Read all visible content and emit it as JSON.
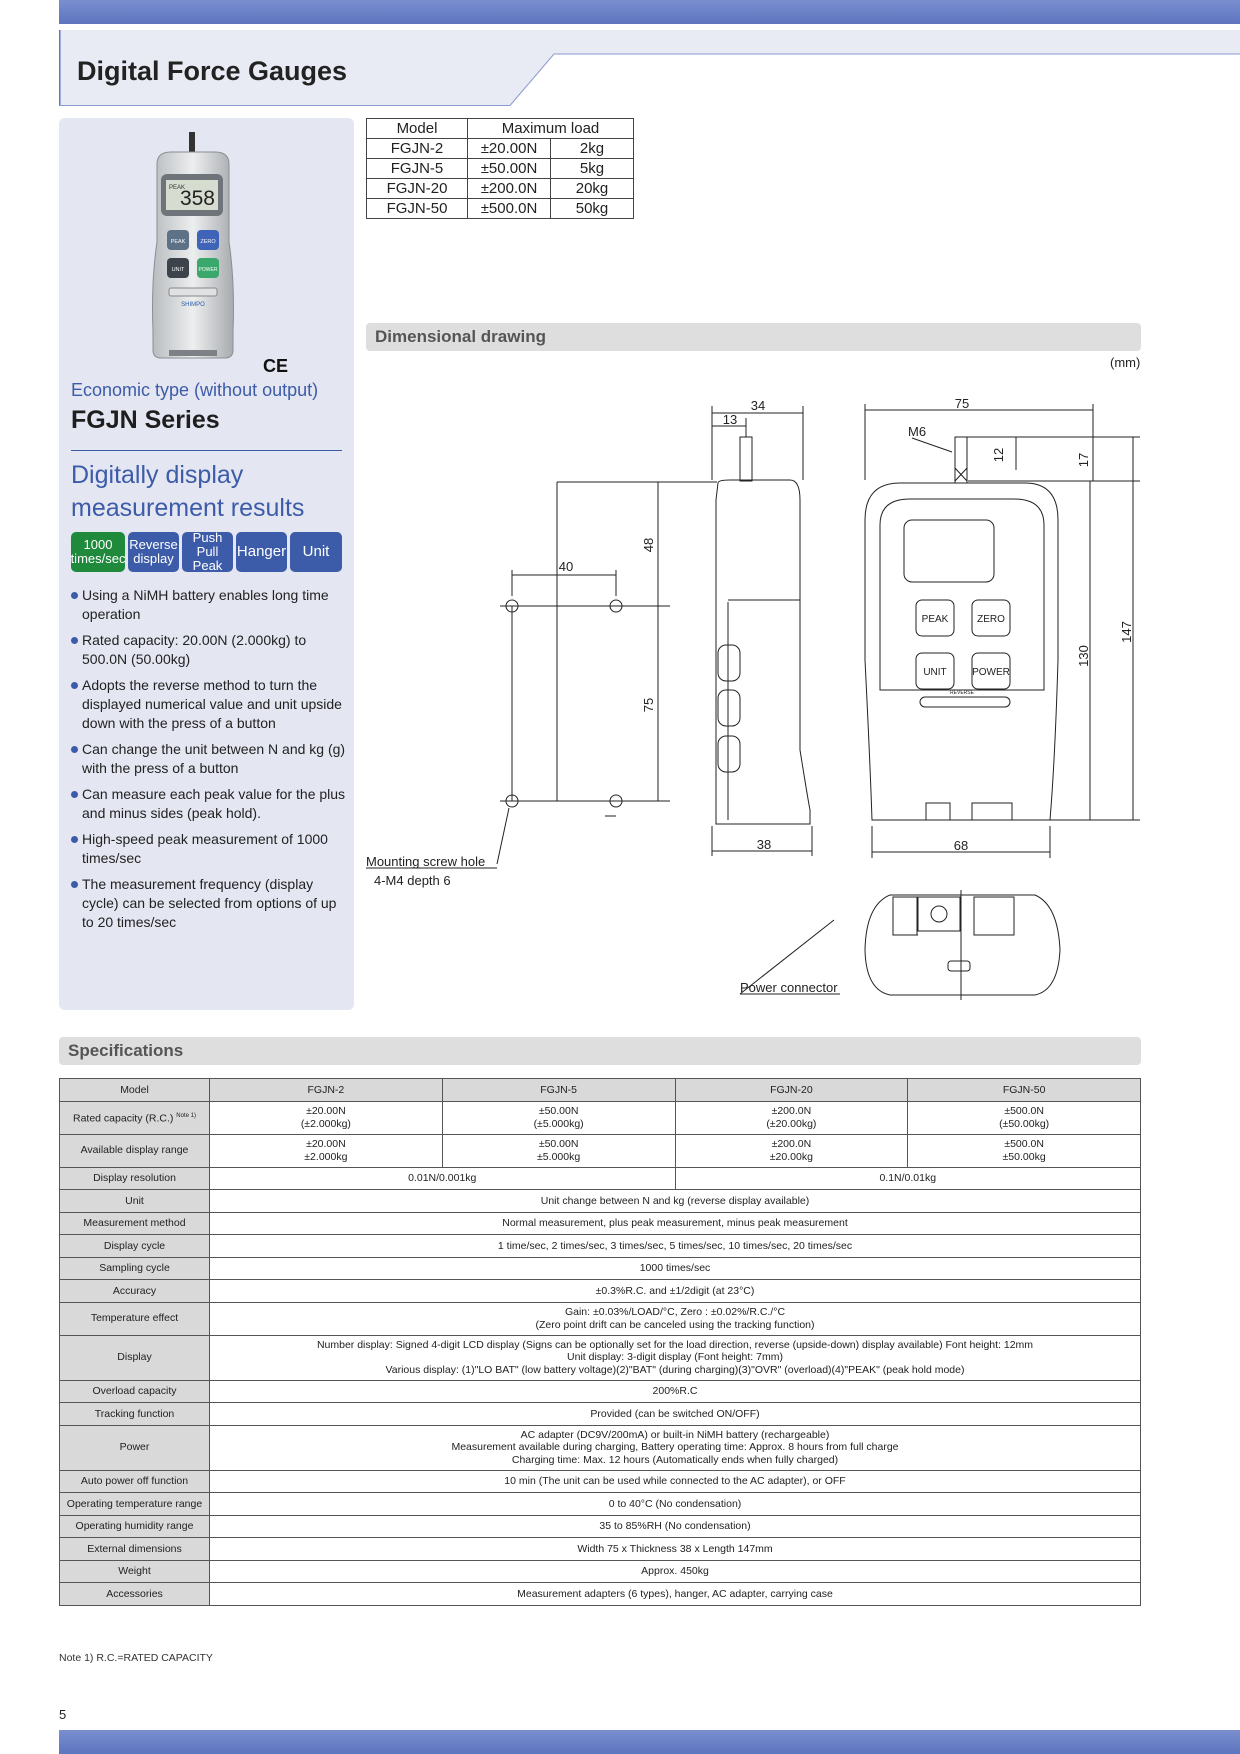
{
  "header": {
    "title": "Digital Force Gauges"
  },
  "colors": {
    "band": "#5d74bf",
    "accent_blue": "#3c5ba8",
    "badge_green": "#1f8a3c",
    "sidebar_bg": "#e4e6f2"
  },
  "sidebar": {
    "ce_mark": "CE",
    "device": {
      "display_label": "PEAK",
      "display_value": "358",
      "buttons": [
        "PEAK",
        "ZERO",
        "UNIT",
        "POWER"
      ],
      "brand": "SHIMPO"
    },
    "subtitle": "Economic type (without output)",
    "series": "FGJN Series",
    "headline": "Digitally display measurement results",
    "badges": [
      {
        "label": "1000 times/sec",
        "color": "green"
      },
      {
        "label": "Reverse display",
        "color": "blue"
      },
      {
        "label": "Push Pull Peak",
        "color": "blue"
      },
      {
        "label": "Hanger",
        "color": "blue"
      },
      {
        "label": "Unit",
        "color": "blue"
      }
    ],
    "features": [
      "Using a NiMH battery enables long time operation",
      "Rated capacity: 20.00N (2.000kg) to 500.0N (50.00kg)",
      "Adopts the reverse method to turn the displayed numerical value and unit upside down with the press of a button",
      "Can change the unit between N and kg (g) with the press of a button",
      "Can measure each peak value for the plus and minus sides (peak hold).",
      "High-speed peak measurement of 1000 times/sec",
      "The measurement frequency (display cycle) can be selected from options of up to 20 times/sec"
    ]
  },
  "model_table": {
    "headers": [
      "Model",
      "Maximum load"
    ],
    "rows": [
      [
        "FGJN-2",
        "±20.00N",
        "2kg"
      ],
      [
        "FGJN-5",
        "±50.00N",
        "5kg"
      ],
      [
        "FGJN-20",
        "±200.0N",
        "20kg"
      ],
      [
        "FGJN-50",
        "±500.0N",
        "50kg"
      ]
    ]
  },
  "drawing": {
    "title": "Dimensional drawing",
    "unit": "(mm)",
    "dimensions": {
      "mount_width": "40",
      "mount_upper": "48",
      "mount_lower": "75",
      "side_top": "34",
      "side_probe": "13",
      "side_bottom": "38",
      "front_width": "75",
      "thread": "M6",
      "probe_height": "12",
      "top_offset": "17",
      "body_height": "130",
      "total_height": "147",
      "front_bottom": "68"
    },
    "button_labels": [
      "PEAK",
      "ZERO",
      "UNIT",
      "POWER"
    ],
    "reverse_label": "REVERSE",
    "callout_mount": "Mounting screw hole",
    "callout_mount_detail": "4-M4 depth 6",
    "callout_power": "Power connector"
  },
  "specs": {
    "title": "Specifications",
    "models": [
      "FGJN-2",
      "FGJN-5",
      "FGJN-20",
      "FGJN-50"
    ],
    "model_label": "Model",
    "rated_label": "Rated capacity (R.C.)",
    "rated_note": "Note 1)",
    "rated": [
      [
        "±20.00N",
        "(±2.000kg)"
      ],
      [
        "±50.00N",
        "(±5.000kg)"
      ],
      [
        "±200.0N",
        "(±20.00kg)"
      ],
      [
        "±500.0N",
        "(±50.00kg)"
      ]
    ],
    "range_label": "Available display range",
    "range": [
      [
        "±20.00N",
        "±2.000kg"
      ],
      [
        "±50.00N",
        "±5.000kg"
      ],
      [
        "±200.0N",
        "±20.00kg"
      ],
      [
        "±500.0N",
        "±50.00kg"
      ]
    ],
    "resolution_label": "Display resolution",
    "resolution": [
      "0.01N/0.001kg",
      "0.1N/0.01kg"
    ],
    "rows": [
      {
        "label": "Unit",
        "lines": [
          "Unit change between N and kg (reverse display available)"
        ]
      },
      {
        "label": "Measurement method",
        "lines": [
          "Normal measurement, plus peak measurement, minus peak measurement"
        ]
      },
      {
        "label": "Display cycle",
        "lines": [
          "1 time/sec, 2 times/sec, 3 times/sec, 5 times/sec, 10 times/sec, 20 times/sec"
        ]
      },
      {
        "label": "Sampling cycle",
        "lines": [
          "1000 times/sec"
        ]
      },
      {
        "label": "Accuracy",
        "lines": [
          "±0.3%R.C. and ±1/2digit (at 23°C)"
        ]
      },
      {
        "label": "Temperature effect",
        "lines": [
          "Gain: ±0.03%/LOAD/°C, Zero : ±0.02%/R.C./°C",
          "(Zero point drift can be canceled using the tracking function)"
        ]
      },
      {
        "label": "Display",
        "lines": [
          "Number display: Signed 4-digit LCD display (Signs can be optionally set for the load direction, reverse (upside-down) display available) Font height: 12mm",
          "Unit display: 3-digit display (Font height: 7mm)",
          "Various display: (1)\"LO BAT\" (low battery voltage)(2)\"BAT\" (during charging)(3)\"OVR\" (overload)(4)\"PEAK\" (peak hold mode)"
        ]
      },
      {
        "label": "Overload capacity",
        "lines": [
          "200%R.C"
        ]
      },
      {
        "label": "Tracking function",
        "lines": [
          "Provided (can be switched ON/OFF)"
        ]
      },
      {
        "label": "Power",
        "lines": [
          "AC adapter (DC9V/200mA) or built-in NiMH battery (rechargeable)",
          "Measurement available during charging, Battery operating time: Approx. 8 hours from full charge",
          "Charging time: Max. 12 hours (Automatically ends when fully charged)"
        ]
      },
      {
        "label": "Auto power off function",
        "lines": [
          "10 min (The unit can be used while connected to the AC adapter), or OFF"
        ]
      },
      {
        "label": "Operating temperature range",
        "lines": [
          "0 to 40°C (No condensation)"
        ]
      },
      {
        "label": "Operating humidity range",
        "lines": [
          "35 to 85%RH (No condensation)"
        ]
      },
      {
        "label": "External dimensions",
        "lines": [
          "Width 75 x Thickness 38 x Length 147mm"
        ]
      },
      {
        "label": "Weight",
        "lines": [
          "Approx. 450kg"
        ]
      },
      {
        "label": "Accessories",
        "lines": [
          "Measurement adapters (6 types), hanger, AC adapter, carrying case"
        ]
      }
    ]
  },
  "footer": {
    "note": "Note 1) R.C.=RATED CAPACITY",
    "page_number": "5"
  }
}
